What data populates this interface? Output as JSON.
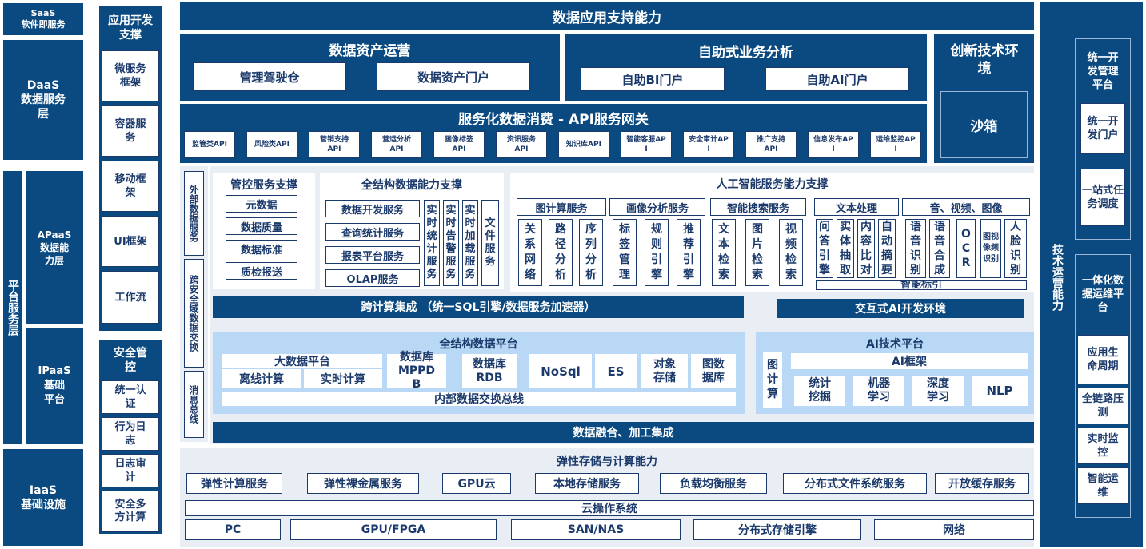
{
  "left_layers": {
    "saas": [
      "SaaS",
      "软件即服务"
    ],
    "daas": [
      "DaaS",
      "数据服务",
      "层"
    ],
    "platform": "平台服务层",
    "apaas": [
      "APaaS",
      "数据能",
      "力层"
    ],
    "ipaas": [
      "IPaaS",
      "基础",
      "平台"
    ],
    "iaas": [
      "IaaS",
      "基础设施"
    ]
  },
  "app_dev": {
    "title": "应用开发支撑",
    "items": [
      "微服务框架",
      "容器服务",
      "移动框架",
      "UI框架",
      "工作流"
    ]
  },
  "security": {
    "title": "安全管控",
    "items": [
      "统一认证",
      "行为日志",
      "日志审计",
      "安全多方计算"
    ]
  },
  "top_title": "数据应用支持能力",
  "data_asset_ops": {
    "title": "数据资产运营",
    "items": [
      "管理驾驶仓",
      "数据资产门户"
    ]
  },
  "self_analysis": {
    "title": "自助式业务分析",
    "items": [
      "自助BI门户",
      "自助AI门户"
    ]
  },
  "innovation": {
    "title": "创新技术环境",
    "sandbox": "沙箱"
  },
  "api_gateway": {
    "title": "服务化数据消费 - API服务网关",
    "items": [
      "监管类API",
      "风险类API",
      "营销支持API",
      "营运分析API",
      "画像标签API",
      "资讯服务API",
      "知识库API",
      "智能客服API",
      "安全审计API",
      "推广支持API",
      "信息发布API",
      "运维监控API"
    ]
  },
  "side_labels": {
    "external": "外部数据服务",
    "cross_domain": "跨安全域数据交换",
    "msg_bus": "消息总线"
  },
  "control_support": {
    "title": "管控服务支撑",
    "items": [
      "元数据",
      "数据质量",
      "数据标准",
      "质检报送"
    ]
  },
  "full_struct_cap": {
    "title": "全结构数据能力支撑",
    "items": [
      "数据开发服务",
      "查询统计服务",
      "报表平台服务",
      "OLAP服务"
    ],
    "vertical": [
      "实时统计服务",
      "实时告警服务",
      "实时加载服务",
      "文件服务"
    ]
  },
  "ai_cap": {
    "title": "人工智能服务能力支撑",
    "groups": [
      {
        "title": "图计算服务",
        "items": [
          "关系网络",
          "路径分析",
          "序列分析"
        ]
      },
      {
        "title": "画像分析服务",
        "items": [
          "标签管理",
          "规则引擎",
          "推荐引擎"
        ]
      },
      {
        "title": "智能搜索服务",
        "items": [
          "文本检索",
          "图片检索",
          "视频检索"
        ]
      },
      {
        "title": "文本处理",
        "items": [
          "问答引擎",
          "实体抽取",
          "内容比对",
          "自动摘要"
        ]
      },
      {
        "title": "音、视频、图像",
        "items": [
          "语音识别",
          "语音合成",
          "OCR",
          "图视像频识别",
          "人脸识别"
        ]
      }
    ],
    "knowledge_index": "智能标引"
  },
  "cross_compute": "跨计算集成 （统一SQL引擎/数据服务加速器）",
  "interactive_ai": "交互式AI开发环境",
  "full_struct_platform": {
    "title": "全结构数据平台",
    "bigdata": {
      "title": "大数据平台",
      "items": [
        "离线计算",
        "实时计算"
      ]
    },
    "items": [
      "数据库MPPDB",
      "数据库RDB",
      "NoSql",
      "ES",
      "对象存储",
      "图数据库"
    ],
    "bus": "内部数据交换总线"
  },
  "ai_platform": {
    "title": "AI技术平台",
    "graph": "图计算",
    "framework": "AI框架",
    "items": [
      "统计挖掘",
      "机器学习",
      "深度学习",
      "NLP"
    ]
  },
  "data_fusion": "数据融合、加工集成",
  "elastic": {
    "title": "弹性存储与计算能力",
    "items": [
      "弹性计算服务",
      "弹性裸金属服务",
      "GPU云",
      "本地存储服务",
      "负载均衡服务",
      "分布式文件系统服务",
      "开放缓存服务"
    ],
    "cloud_os": "云操作系统",
    "hw": [
      "PC",
      "GPU/FPGA",
      "SAN/NAS",
      "分布式存储引擎",
      "网络"
    ]
  },
  "tech_ops": {
    "title": "技术运营能力",
    "dev_mgmt": {
      "title": "统一开发管理平台",
      "items": [
        "统一开发门户",
        "一站式任务调度"
      ]
    },
    "ops": {
      "title": "一体化数据运维平台",
      "items": [
        "应用生命周期",
        "全链路压测",
        "实时监控",
        "智能运维"
      ]
    }
  },
  "colors": {
    "dark": "#0b4a80",
    "light": "#e9eef4",
    "lightblue": "#b9d8f5"
  }
}
